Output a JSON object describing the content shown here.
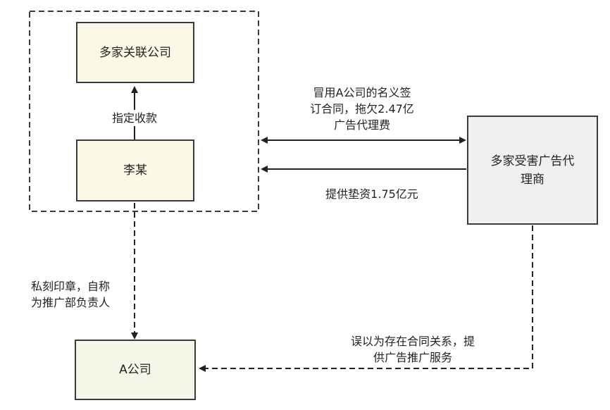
{
  "nodes": {
    "related_companies": "多家关联公司",
    "li_mou": "李某",
    "a_company": "A公司",
    "victims": [
      "多家受害广告代",
      "理商"
    ]
  },
  "edges": {
    "designate_payment": "指定收款",
    "fraud_contract": [
      "冒用A公司的名义签",
      "订合同，拖欠2.47亿",
      "广告代理费"
    ],
    "advance_funds": "提供垫资1.75亿元",
    "forged_seal": [
      "私刻印章，自称",
      "为推广部负责人"
    ],
    "mistaken_relation": [
      "误以为存在合同关系，提",
      "供广告推广服务"
    ]
  }
}
